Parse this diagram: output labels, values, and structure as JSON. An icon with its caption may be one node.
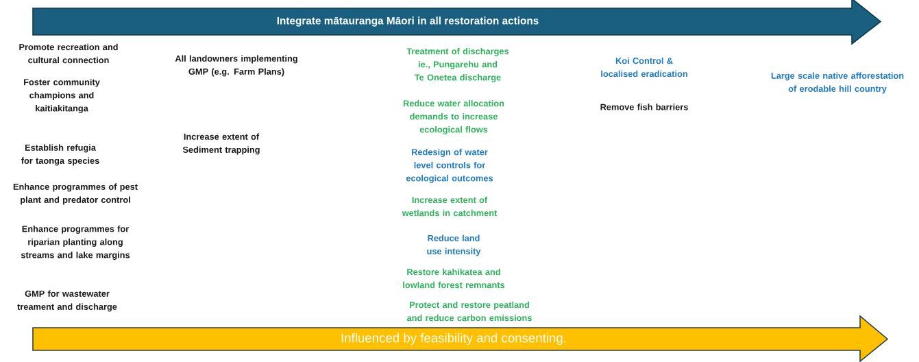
{
  "diagram": {
    "nodes": [
      {
        "text": [
          "Integrate mātauranga Māori in  all restoration actions"
        ]
      },
      {
        "text": [
          "Influenced by feasibility and consenting."
        ]
      }
    ],
    "labels": [
      "Promote recreation and cultural connection",
      "Foster community champions and kaitiakitanga",
      "Establish refugia for taonga species",
      "Enhance programmes of pest plant and predator control",
      "Enhance programmes for riparian planting along streams and lake margins",
      "GMP for wastewater treament and discharge",
      "All landowners implementing GMP (e.g. Farm Plans)",
      "Increase extent of Sediment trapping",
      "Treatment of discharges ie., Pungarehu and Te Onetea discharge",
      "Reduce water allocation demands to increase ecological flows",
      "Redesign of water level controls for ecological outcomes",
      "Increase extent of wetlands in catchment",
      "Reduce land use intensity",
      "Restore kahikatea and lowland forest remnants",
      "Protect and restore peatland and reduce carbon emissions",
      "Koi Control & localised eradication",
      "Remove fish barriers",
      "Large scale native afforestation of erodable hill country"
    ]
  }
}
